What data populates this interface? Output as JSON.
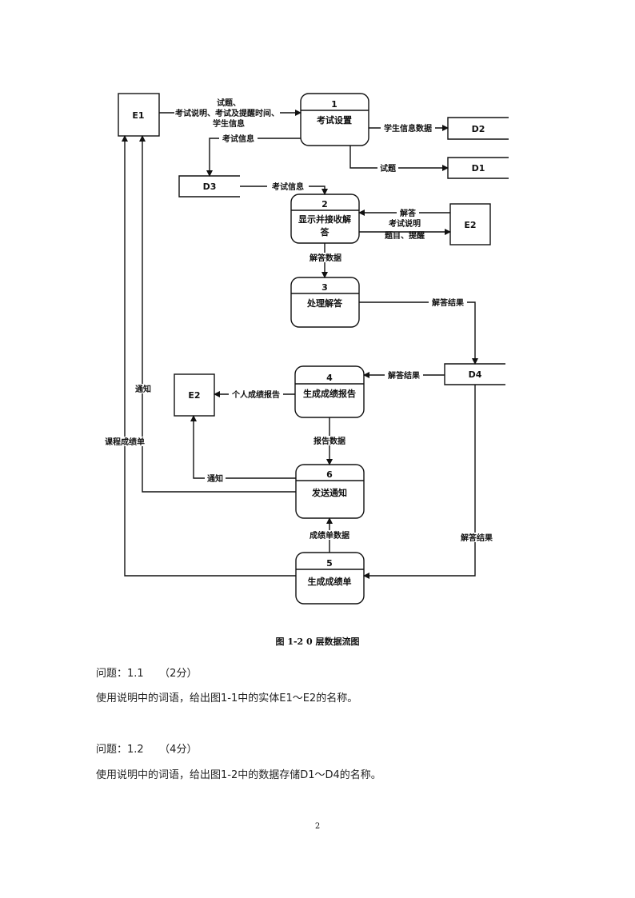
{
  "figure": {
    "caption": "图 1-2   0 层数据流图",
    "entities": {
      "e1": "E1",
      "e2_right": "E2",
      "e2_left": "E2"
    },
    "stores": {
      "d1": "D1",
      "d2": "D2",
      "d3": "D3",
      "d4": "D4"
    },
    "processes": [
      {
        "num": "1",
        "name": "考试设置"
      },
      {
        "num": "2",
        "name_line1": "显示并接收解",
        "name_line2": "答"
      },
      {
        "num": "3",
        "name": "处理解答"
      },
      {
        "num": "4",
        "name": "生成成绩报告"
      },
      {
        "num": "6",
        "name": "发送通知"
      },
      {
        "num": "5",
        "name": "生成成绩单"
      }
    ],
    "flows": {
      "e1_to_p1_line1": "试题、",
      "e1_to_p1_line2": "考试说明、考试及提醒时间、",
      "e1_to_p1_line3": "学生信息",
      "p1_to_d3": "考试信息",
      "p1_to_d2": "学生信息数据",
      "p1_to_d1": "试题",
      "d3_to_p2": "考试信息",
      "e2_to_p2": "解答",
      "p2_to_e2_line1": "考试说明",
      "p2_to_e2_line2": "题目、提醒",
      "p2_to_p3": "解答数据",
      "p3_to_d4": "解答结果",
      "d4_to_p4": "解答结果",
      "p4_to_e2": "个人成绩报告",
      "p4_to_p6": "报告数据",
      "p6_to_e2": "通知",
      "p6_to_e1": "通知",
      "p5_to_e1": "课程成绩单",
      "p5_to_p6": "成绩单数据",
      "d4_to_p5": "解答结果"
    }
  },
  "questions": [
    {
      "title": "问题：1.1　　（2分）",
      "text": "使用说明中的词语，给出图1-1中的实体E1～E2的名称。"
    },
    {
      "title": "问题：1.2　　（4分）",
      "text": "使用说明中的词语，给出图1-2中的数据存储D1～D4的名称。"
    }
  ],
  "page_number": "2"
}
